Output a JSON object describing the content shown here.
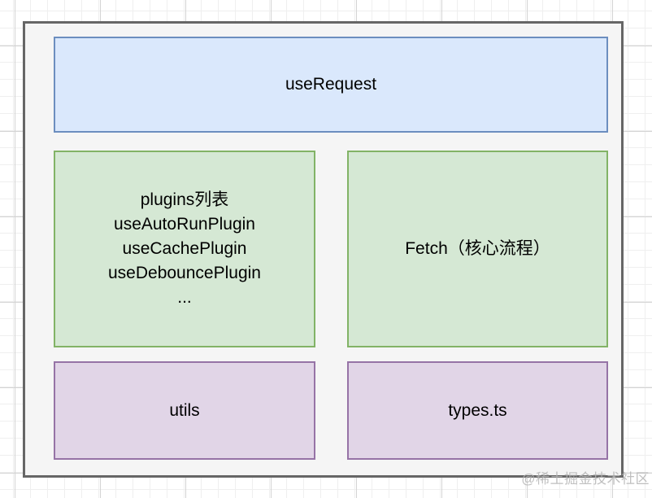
{
  "diagram": {
    "userequest_box": {
      "label": "useRequest"
    },
    "plugins_box": {
      "lines": [
        "plugins列表",
        "useAutoRunPlugin",
        "useCachePlugin",
        "useDebouncePlugin",
        "..."
      ]
    },
    "fetch_box": {
      "label": "Fetch（核心流程）"
    },
    "utils_box": {
      "label": "utils"
    },
    "types_box": {
      "label": "types.ts"
    }
  },
  "watermark": {
    "text": "@稀土掘金技术社区"
  },
  "colors": {
    "outer_fill": "#f5f5f5",
    "outer_border": "#666666",
    "blue_fill": "#dae8fc",
    "blue_border": "#6c8ebf",
    "green_fill": "#d5e8d4",
    "green_border": "#82b366",
    "purple_fill": "#e1d5e7",
    "purple_border": "#9673a6",
    "grid_minor": "#efefef",
    "grid_major": "#d4d4d4",
    "watermark_gray": "#b5b5b5"
  }
}
